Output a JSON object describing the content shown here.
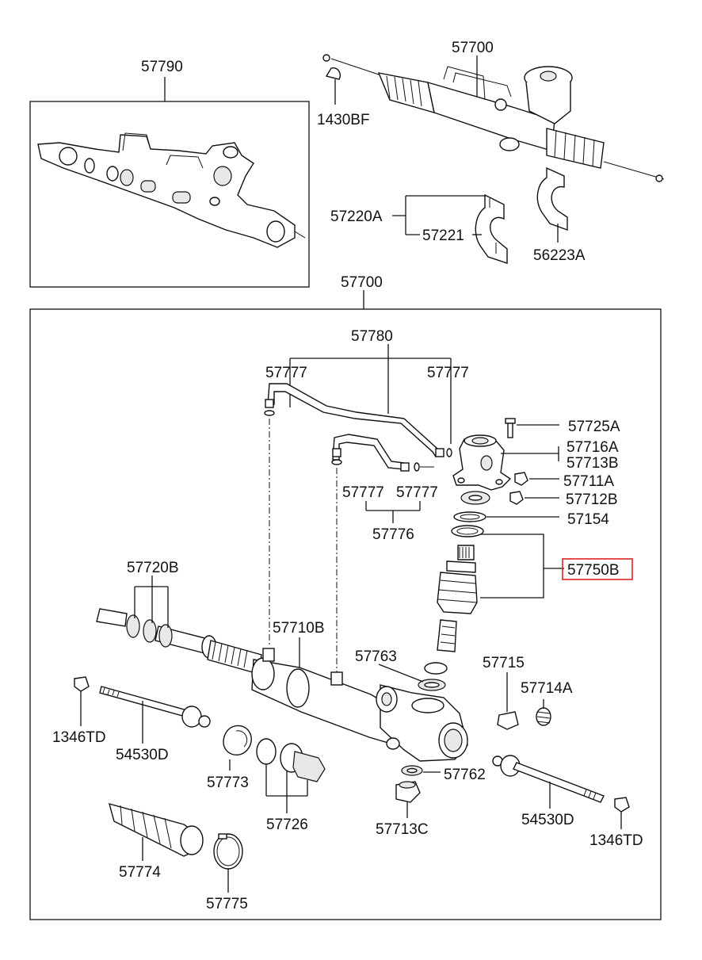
{
  "labels": {
    "top_box": "57790",
    "top_assembly": "57700",
    "cotter_pin": "1430BF",
    "bracket_a": "57220A",
    "bracket_b": "57221",
    "bracket_c": "56223A",
    "main_box": "57700",
    "tube_set": "57780",
    "seal_left": "57777",
    "seal_right": "57777",
    "bolt": "57725A",
    "housing": "57716A",
    "plug": "57713B",
    "nut_a": "57711A",
    "nut_b": "57712B",
    "bearing": "57154",
    "pinion": "57750B",
    "seal_mid_left": "57777",
    "seal_mid_right": "57777",
    "tube_assy": "57776",
    "seal_ring": "57720B",
    "rack_housing": "57710B",
    "oil_seal": "57763",
    "yoke": "57715",
    "spring": "57714A",
    "end_nut_left": "1346TD",
    "tie_rod_left": "54530D",
    "snap_ring": "57773",
    "bushing": "57726",
    "seal_bottom": "57762",
    "yoke_plug": "57713C",
    "tie_rod_right": "54530D",
    "end_nut_right": "1346TD",
    "boot": "57774",
    "clamp": "57775"
  },
  "highlight_color": "#dd2222"
}
